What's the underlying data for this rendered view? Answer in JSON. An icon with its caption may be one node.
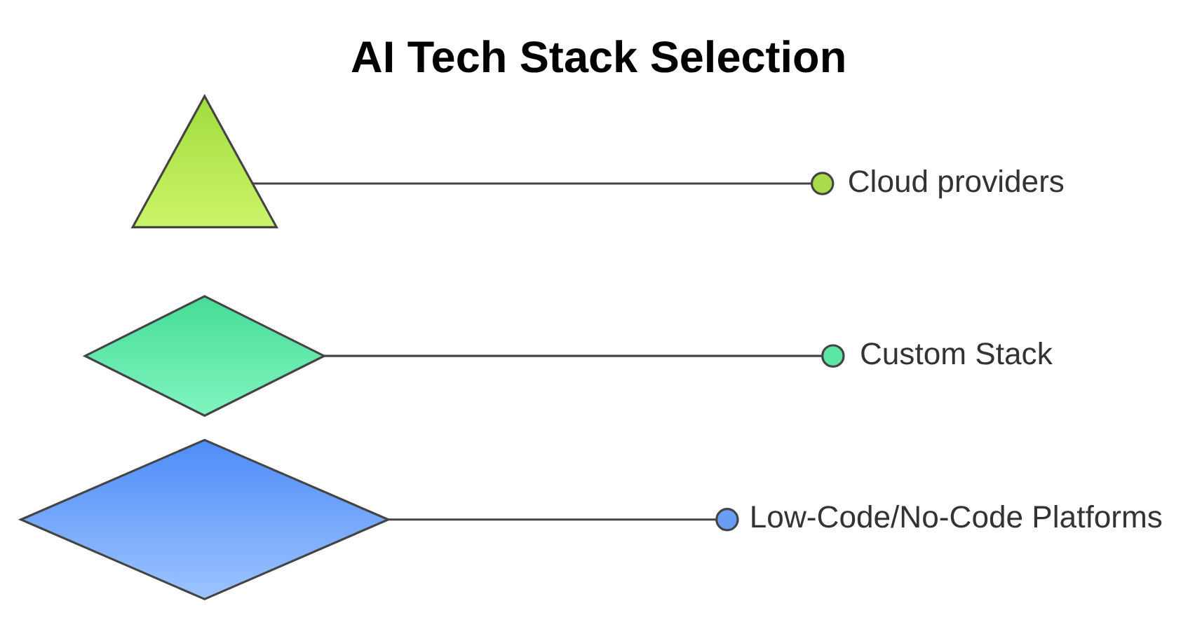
{
  "diagram": {
    "title": "AI Tech Stack Selection",
    "nodes": [
      {
        "text": [],
        "shape": "triangle"
      },
      {
        "text": [],
        "shape": "diamond"
      },
      {
        "text": [],
        "shape": "diamond"
      },
      {
        "text": [
          "Cloud providers"
        ]
      },
      {
        "text": [
          "Custom Stack"
        ]
      },
      {
        "text": [
          "Low-Code/No-Code Platforms"
        ]
      }
    ],
    "edges": [
      {
        "from": 3,
        "to": 0,
        "arrow": "other"
      },
      {
        "from": 4,
        "to": 1,
        "arrow": "other"
      },
      {
        "from": 5,
        "to": 2,
        "arrow": "other"
      }
    ]
  }
}
